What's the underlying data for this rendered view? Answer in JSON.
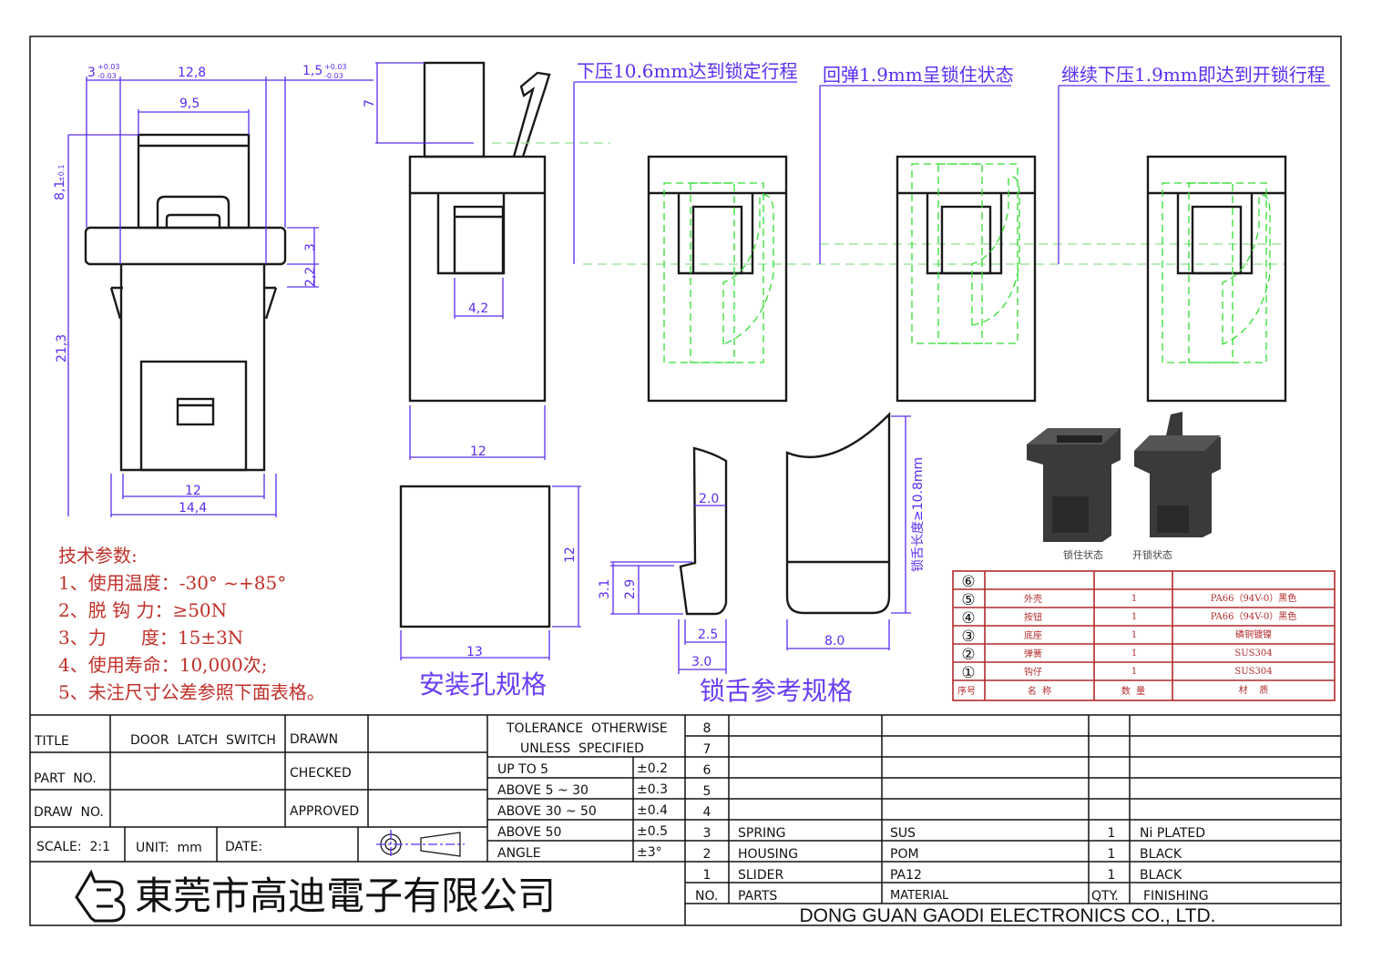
{
  "front_view": {
    "dims": {
      "d3": "3",
      "d3_tol_plus": "+0.03",
      "d3_tol_minus": "-0.03",
      "d12_8": "12,8",
      "d1_5": "1,5",
      "d1_5_tol_plus": "+0.03",
      "d1_5_tol_minus": "-0.03",
      "d9_5": "9,5",
      "d8_1": "8,1",
      "d8_1_tol": "±0.1",
      "d3v": "3",
      "d2_2": "2,2",
      "d21_3": "21,3",
      "d12": "12",
      "d14_4": "14,4"
    }
  },
  "side_view": {
    "dims": {
      "d7": "7",
      "d4_2": "4,2",
      "d12": "12"
    }
  },
  "states": [
    {
      "label": "下压10.6mm达到锁定行程"
    },
    {
      "label": "回弹1.9mm呈锁住状态"
    },
    {
      "label": "继续下压1.9mm即达到开锁行程"
    }
  ],
  "mount_hole": {
    "caption": "安装孔规格",
    "d12": "12",
    "d13": "13"
  },
  "tongue": {
    "caption": "锁舌参考规格",
    "d2_0": "2.0",
    "d3_1": "3.1",
    "d2_9": "2.9",
    "d2_5": "2.5",
    "d3_0": "3.0",
    "d8_0": "8.0",
    "length": "锁舌长度≥10.8mm"
  },
  "photos": {
    "locked": "锁住状态",
    "unlocked": "开锁状态"
  },
  "tech_params": {
    "title": "技术参数:",
    "lines": [
      "1、使用温度：-30° ~+85°",
      "2、脱 钩 力：≥50N",
      "3、力      度：15±3N",
      "4、使用寿命：10,000次;",
      "5、未注尺寸公差参照下面表格。"
    ]
  },
  "bom_cn": {
    "rows": [
      {
        "no": "⑥",
        "name": "",
        "qty": "",
        "material": ""
      },
      {
        "no": "⑤",
        "name": "外壳",
        "qty": "1",
        "material": "PA66（94V-0）黑色"
      },
      {
        "no": "④",
        "name": "按钮",
        "qty": "1",
        "material": "PA66（94V-0）黑色"
      },
      {
        "no": "③",
        "name": "底座",
        "qty": "1",
        "material": "磷铜镀镍"
      },
      {
        "no": "②",
        "name": "弹簧",
        "qty": "1",
        "material": "SUS304"
      },
      {
        "no": "①",
        "name": "钩仔",
        "qty": "1",
        "material": "SUS304"
      }
    ],
    "header": {
      "no": "序号",
      "name": "名  称",
      "qty": "数  量",
      "material": "材    质"
    }
  },
  "title_block": {
    "title_label": "TITLE",
    "title_value": "DOOR  LATCH  SWITCH",
    "part_no_label": "PART  NO.",
    "draw_no_label": "DRAW  NO.",
    "drawn": "DRAWN",
    "checked": "CHECKED",
    "approved": "APPROVED",
    "scale": "SCALE:  2:1",
    "unit": "UNIT:  mm",
    "date": "DATE:",
    "company_cn": "東莞市高迪電子有限公司",
    "company_en": "DONG GUAN GAODI ELECTRONICS CO., LTD.",
    "tolerance": {
      "header1": "TOLERANCE  OTHERWISE",
      "header2": "UNLESS  SPECIFIED",
      "rows": [
        {
          "range": "UP  TO  5",
          "value": "±0.2"
        },
        {
          "range": "ABOVE  5 ~ 30",
          "value": "±0.3"
        },
        {
          "range": "ABOVE  30 ~ 50",
          "value": "±0.4"
        },
        {
          "range": "ABOVE  50",
          "value": "±0.5"
        },
        {
          "range": "ANGLE",
          "value": "±3°"
        }
      ]
    },
    "bom": {
      "rows": [
        {
          "no": "8",
          "part": "",
          "material": "",
          "qty": "",
          "finishing": ""
        },
        {
          "no": "7",
          "part": "",
          "material": "",
          "qty": "",
          "finishing": ""
        },
        {
          "no": "6",
          "part": "",
          "material": "",
          "qty": "",
          "finishing": ""
        },
        {
          "no": "5",
          "part": "",
          "material": "",
          "qty": "",
          "finishing": ""
        },
        {
          "no": "4",
          "part": "",
          "material": "",
          "qty": "",
          "finishing": ""
        },
        {
          "no": "3",
          "part": "SPRING",
          "material": "SUS",
          "qty": "1",
          "finishing": "Ni  PLATED"
        },
        {
          "no": "2",
          "part": "HOUSING",
          "material": "POM",
          "qty": "1",
          "finishing": "BLACK"
        },
        {
          "no": "1",
          "part": "SLIDER",
          "material": "PA12",
          "qty": "1",
          "finishing": "BLACK"
        }
      ],
      "header": {
        "no": "NO.",
        "part": "PARTS",
        "material": "MATERIAL",
        "qty": "QTY.",
        "finishing": "FINISHING"
      }
    }
  },
  "colors": {
    "dimension": "#5a2df0",
    "hidden": "#33dd33",
    "params": "#c0302a",
    "table": "#b22a2a"
  }
}
